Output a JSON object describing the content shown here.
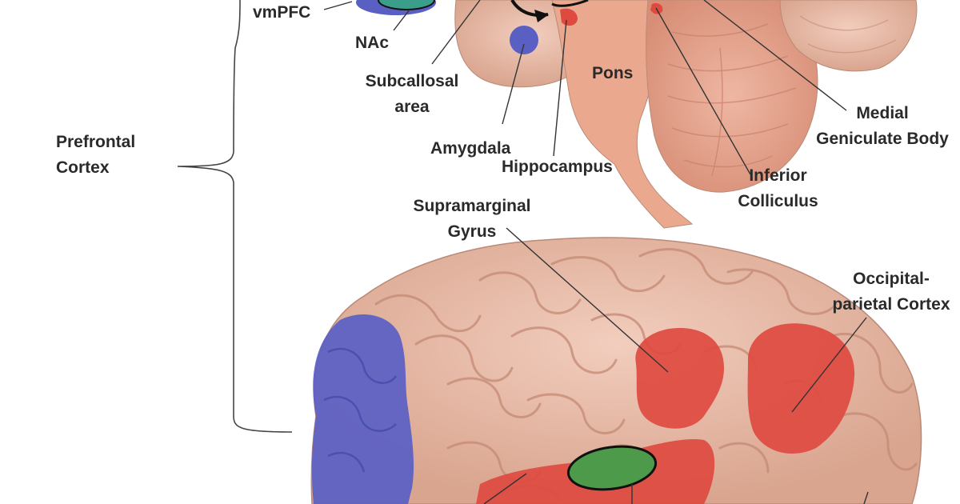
{
  "labels": {
    "vmpfc": "vmPFC",
    "nac": "NAc",
    "subcallosal": [
      "Subcallosal",
      "area"
    ],
    "amygdala": "Amygdala",
    "hippocampus": "Hippocampus",
    "pons": "Pons",
    "prefrontal": [
      "Prefrontal",
      "Cortex"
    ],
    "inferior_colliculus": [
      "Inferior",
      "Colliculus"
    ],
    "medial_geniculate": [
      "Medial",
      "Geniculate Body"
    ],
    "supramarginal": [
      "Supramarginal",
      "Gyrus"
    ],
    "occipital_parietal": [
      "Occipital-",
      "parietal Cortex"
    ]
  },
  "colors": {
    "background": "#ffffff",
    "brain_tissue": "#e8b9a4",
    "brainstem": "#eaa98f",
    "cerebellum": "#e39d86",
    "highlight_blue": "#5a5fc4",
    "highlight_red": "#de4a40",
    "highlight_green": "#4c9a4a",
    "label_text": "#2a2a2a",
    "leader_line": "#333333"
  }
}
